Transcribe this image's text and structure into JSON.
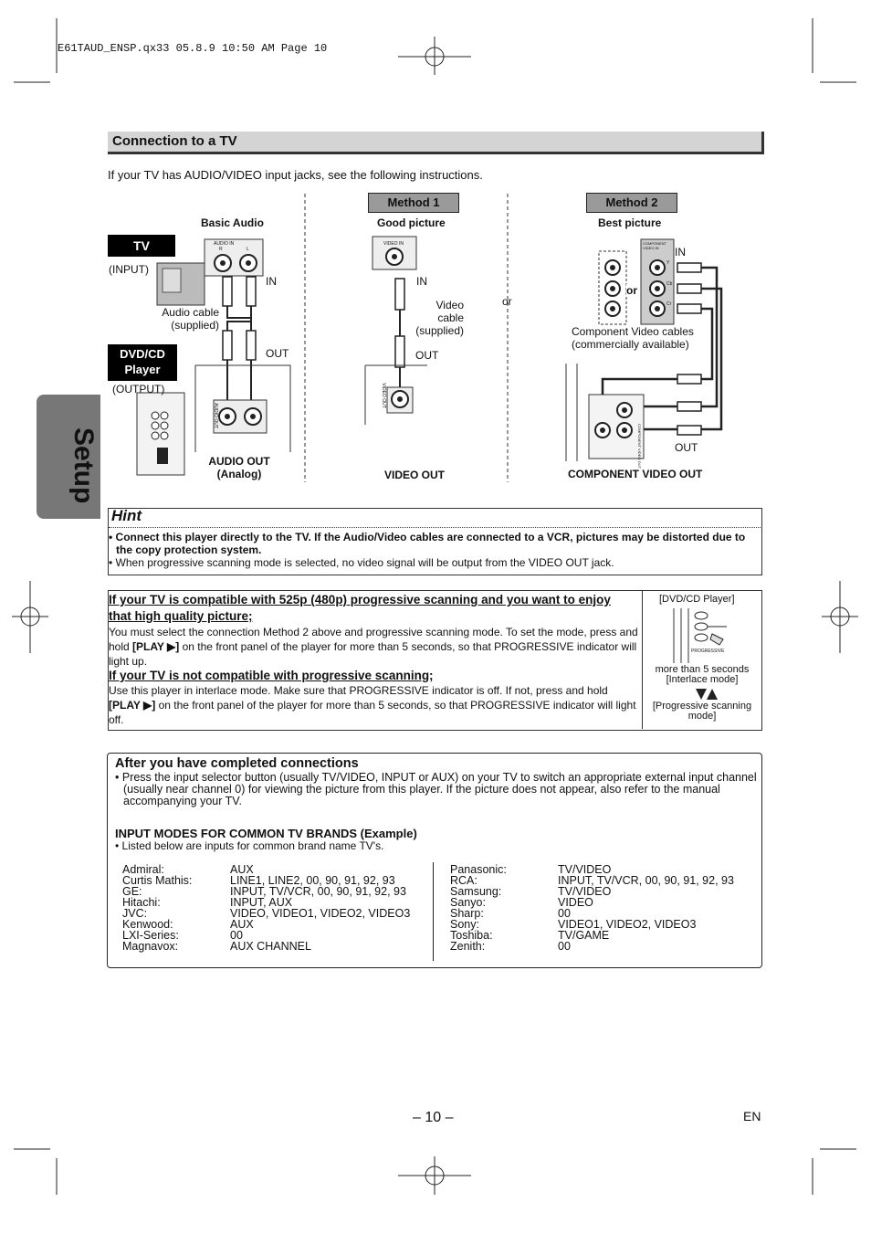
{
  "file_header": "E61TAUD_ENSP.qx33  05.8.9  10:50 AM  Page 10",
  "section": {
    "title": "Connection to a TV",
    "intro": "If your TV has AUDIO/VIDEO input jacks, see the following instructions."
  },
  "side_tab": "Setup",
  "diagram": {
    "basic_audio": "Basic Audio",
    "method1": "Method 1",
    "method1_sub": "Good picture",
    "method2": "Method 2",
    "method2_sub": "Best picture",
    "tv_label": "TV",
    "input_label": "(INPUT)",
    "dvd_label_1": "DVD/CD",
    "dvd_label_2": "Player",
    "output_label": "(OUTPUT)",
    "in_label": "IN",
    "out_label": "OUT",
    "audio_cable_1": "Audio cable",
    "audio_cable_2": "(supplied)",
    "video_cable_1": "Video",
    "video_cable_2": "cable",
    "video_cable_3": "(supplied)",
    "or_label": "or",
    "or_bold": "or",
    "component_cable_1": "Component Video cables",
    "component_cable_2": "(commercially available)",
    "audio_out_1": "AUDIO OUT",
    "audio_out_2": "(Analog)",
    "video_out": "VIDEO OUT",
    "component_out": "COMPONENT VIDEO OUT",
    "jack_audio_in": "AUDIO IN",
    "jack_r": "R",
    "jack_l": "L",
    "jack_video_in": "VIDEO IN",
    "jack_component_in": "COMPONENT VIDEO IN",
    "jack_y": "Y",
    "jack_cb": "Cb",
    "jack_cr": "Cr",
    "jack_audio_out": "AUDIO OUT",
    "jack_video_out": "VIDEO OUT",
    "jack_component_out": "COMPONENT VIDEO OUT"
  },
  "hint": {
    "title": "Hint",
    "bullet1": "Connect this player directly to the TV. If the Audio/Video cables are connected to a VCR, pictures may be distorted due to the copy protection system.",
    "bullet2": "When progressive scanning mode is selected, no video signal will be output from the VIDEO OUT jack."
  },
  "progressive": {
    "heading1": "If your TV is compatible with 525p (480p) progressive scanning and you want to enjoy that high quality picture;",
    "body1_a": "You must select the connection Method 2 above and progressive scanning mode. To set the mode, press and hold ",
    "play": "[PLAY ▶]",
    "body1_b": " on the front panel of the player for more than 5 seconds, so that PROGRESSIVE indicator will light up.",
    "heading2": "If your TV is not compatible with progressive scanning;",
    "body2_a": "Use this player in interlace mode. Make sure that PROGRESSIVE indicator is off. If not, press and hold ",
    "body2_b": " on the front panel of the player for more than 5 seconds, so that PROGRESSIVE indicator will light off.",
    "side_title": "[DVD/CD Player]",
    "side_progressive": "PROGRESSIVE",
    "side_more": "more than 5 seconds",
    "side_interlace": "[Interlace mode]",
    "side_prog_1": "[Progressive scanning",
    "side_prog_2": "mode]"
  },
  "after": {
    "title": "After you have completed connections",
    "bullet": "Press the input selector button (usually TV/VIDEO, INPUT or AUX) on your TV to switch an appropriate external input channel (usually near channel 0) for viewing the picture from this player. If the picture does not appear, also refer to the manual accompanying your TV.",
    "modes_title": "INPUT MODES FOR COMMON TV BRANDS (Example)",
    "modes_note": "Listed below are inputs for common brand name TV's.",
    "left_brands": [
      "Admiral:",
      "Curtis Mathis:",
      "GE:",
      "Hitachi:",
      "JVC:",
      "Kenwood:",
      "LXI-Series:",
      "Magnavox:"
    ],
    "left_values": [
      "AUX",
      "LINE1, LINE2, 00, 90, 91, 92, 93",
      "INPUT, TV/VCR, 00, 90, 91, 92, 93",
      "INPUT, AUX",
      "VIDEO, VIDEO1, VIDEO2, VIDEO3",
      "AUX",
      "00",
      "AUX CHANNEL"
    ],
    "right_brands": [
      "Panasonic:",
      "RCA:",
      "Samsung:",
      "Sanyo:",
      "Sharp:",
      "Sony:",
      "Toshiba:",
      "Zenith:"
    ],
    "right_values": [
      "TV/VIDEO",
      "INPUT, TV/VCR, 00, 90, 91, 92, 93",
      "TV/VIDEO",
      "VIDEO",
      "00",
      "VIDEO1, VIDEO2, VIDEO3",
      "TV/GAME",
      "00"
    ]
  },
  "footer": {
    "page": "– 10 –",
    "lang": "EN"
  }
}
